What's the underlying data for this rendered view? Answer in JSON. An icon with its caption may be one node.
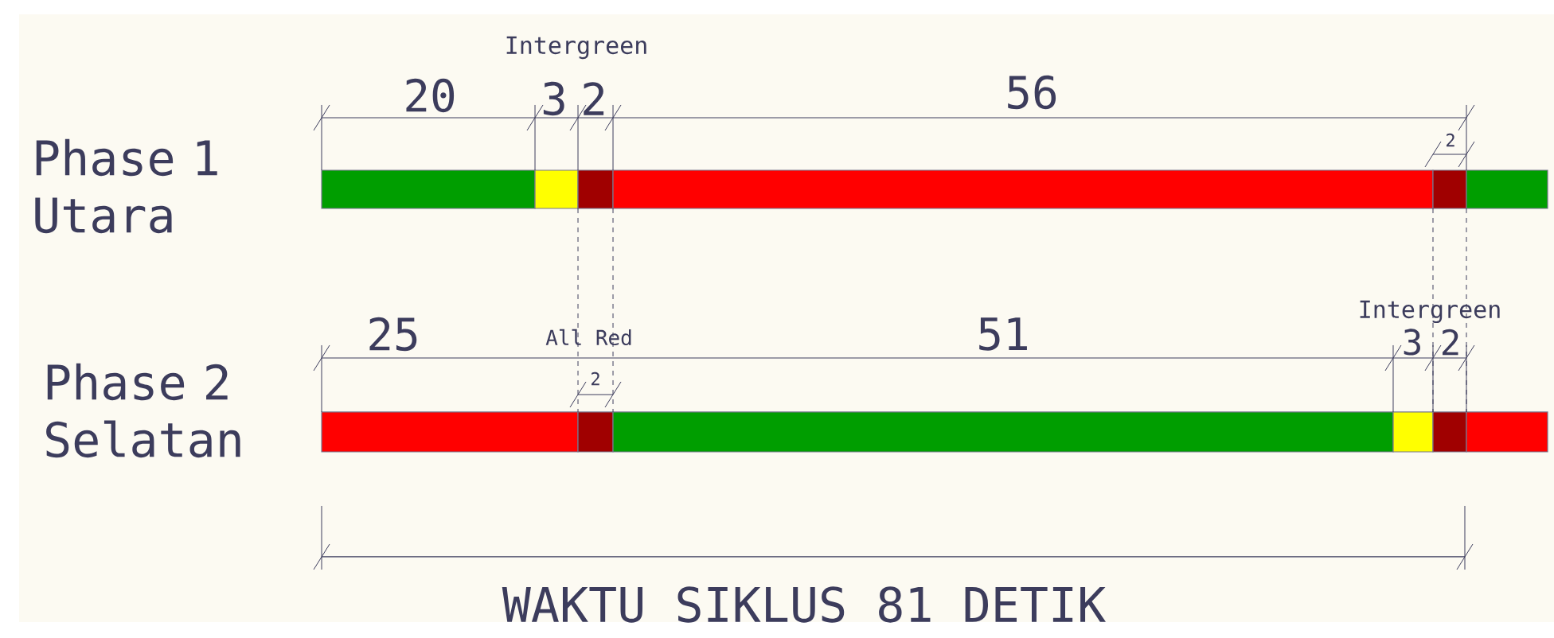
{
  "diagram": {
    "labels": [
      "Intergreen",
      "20",
      "3",
      "2",
      "56",
      "Phase 1 Utara",
      "2",
      "All Red",
      "Intergreen",
      "25",
      "51",
      "3",
      "2",
      "Phase 2 Selatan",
      "2",
      "WAKTU SIKLUS 81 DETIK"
    ]
  }
}
